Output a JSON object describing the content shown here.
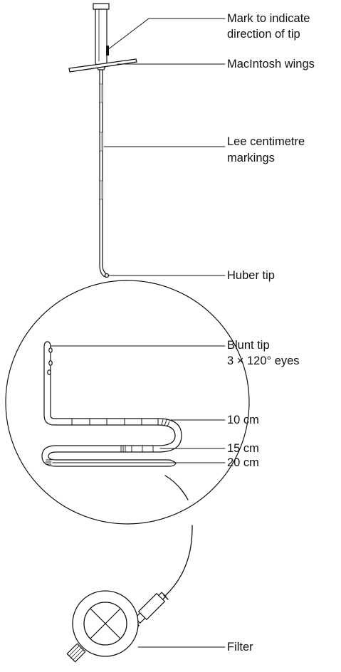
{
  "labels": {
    "mark_tip_line1": "Mark to indicate",
    "mark_tip_line2": "direction of tip",
    "wings": "MacIntosh wings",
    "markings_line1": "Lee centimetre",
    "markings_line2": "markings",
    "huber_tip": "Huber tip",
    "blunt_tip_line1": "Blunt tip",
    "blunt_tip_line2": "3 × 120° eyes",
    "cm10": "10 cm",
    "cm15": "15 cm",
    "cm20": "20 cm",
    "filter": "Filter"
  },
  "colors": {
    "ink": "#111111",
    "band": "#c8c8c8",
    "background": "#ffffff"
  }
}
